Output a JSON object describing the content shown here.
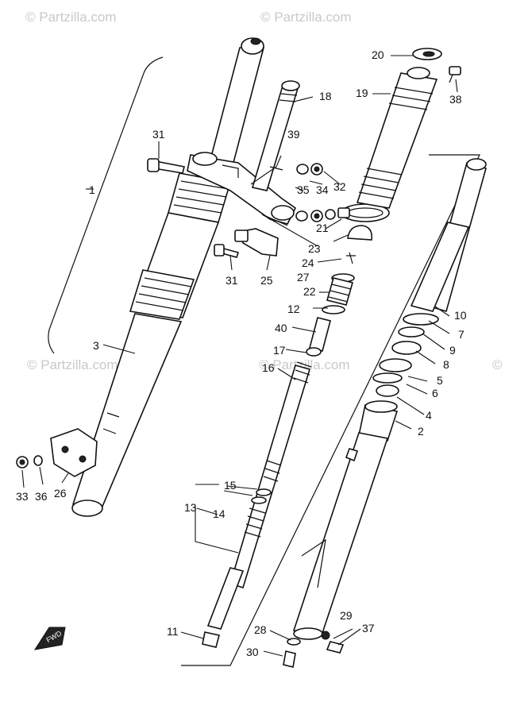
{
  "watermarks": [
    "© Partzilla.com",
    "© Partzilla.com",
    "© Partzilla.com",
    "© Partzilla.com",
    "©"
  ],
  "callouts": {
    "p1": "1",
    "p2": "2",
    "p3": "3",
    "p4": "4",
    "p5": "5",
    "p6": "6",
    "p7": "7",
    "p8": "8",
    "p9": "9",
    "p10": "10",
    "p11": "11",
    "p12": "12",
    "p13": "13",
    "p14": "14",
    "p15": "15",
    "p16": "16",
    "p17": "17",
    "p18": "18",
    "p19": "19",
    "p20": "20",
    "p21": "21",
    "p22": "22",
    "p23": "23",
    "p24": "24",
    "p25": "25",
    "p26": "26",
    "p27": "27",
    "p28": "28",
    "p29": "29",
    "p30": "30",
    "p31a": "31",
    "p31b": "31",
    "p32": "32",
    "p33": "33",
    "p34": "34",
    "p35": "35",
    "p36": "36",
    "p37": "37",
    "p38": "38",
    "p39": "39",
    "p40": "40"
  },
  "fwd_badge": "FWD"
}
